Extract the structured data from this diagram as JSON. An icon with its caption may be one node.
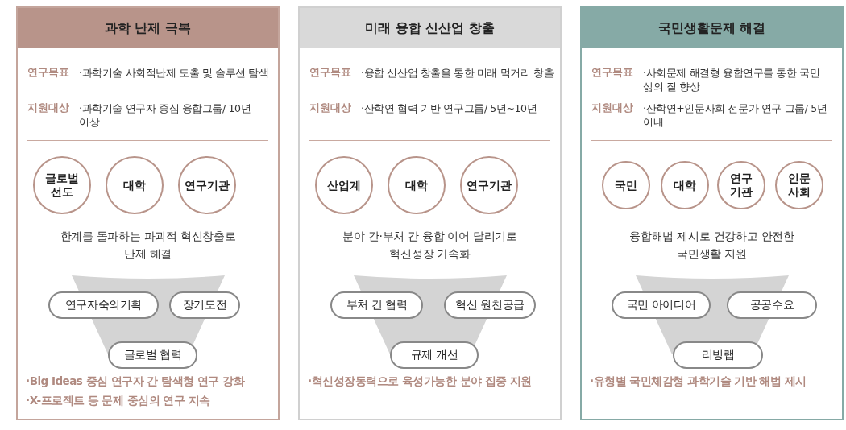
{
  "diagram": {
    "nodes": [
      {
        "text": [
          "과학 난제 극복",
          "연구목표",
          "·과학기술 사회적난제 도출 및 솔루션 탐색",
          "지원대상",
          "·과학기술 연구자 중심 융합그룹/ 10년 이상",
          "한계를 돌파하는 파괴적 혁신창출로 난제 해결",
          "·Big Ideas 중심 연구자 간 탐색형 연구 강화",
          "·X-프로젝트 등 문제 중심의 연구 지속"
        ]
      },
      {
        "text": [
          "글로벌 선도"
        ],
        "in": 0
      },
      {
        "text": [
          "대학"
        ],
        "in": 0
      },
      {
        "text": [
          "연구기관"
        ],
        "in": 0
      },
      {
        "text": [],
        "shape": "funnel",
        "in": 0
      },
      {
        "text": [
          "연구자숙의기획"
        ],
        "in": 0
      },
      {
        "text": [
          "장기도전"
        ],
        "in": 0
      },
      {
        "text": [
          "글로벌 협력"
        ],
        "in": 0
      },
      {
        "text": [
          "미래 융합 신산업 창출",
          "연구목표",
          "·융합 신산업 창출을 통한 미래 먹거리 창출",
          "지원대상",
          "·산학연 협력 기반 연구그룹/ 5년~10년",
          "분야 간·부처 간 융합 이어 달리기로 혁신성장 가속화",
          "·혁신성장동력으로 육성가능한 분야 집중 지원"
        ]
      },
      {
        "text": [
          "산업계"
        ],
        "in": 8
      },
      {
        "text": [
          "대학"
        ],
        "in": 8
      },
      {
        "text": [
          "연구기관"
        ],
        "in": 8
      },
      {
        "text": [],
        "shape": "funnel",
        "in": 8
      },
      {
        "text": [
          "부처 간 협력"
        ],
        "in": 8
      },
      {
        "text": [
          "혁신 원천공급"
        ],
        "in": 8
      },
      {
        "text": [
          "규제 개선"
        ],
        "in": 8
      },
      {
        "text": [
          "국민생활문제 해결",
          "연구목표",
          "·사회문제 해결형 융합연구를 통한 국민 삶의 질 향상",
          "지원대상",
          "·산학연+인문사회 전문가 연구 그룹/ 5년 이내",
          "융합해법 제시로 건강하고 안전한 국민생활 지원",
          "·유형별 국민체감형 과학기술 기반 해법 제시"
        ]
      },
      {
        "text": [
          "국민"
        ],
        "in": 16
      },
      {
        "text": [
          "대학"
        ],
        "in": 16
      },
      {
        "text": [
          "연구기관"
        ],
        "in": 16
      },
      {
        "text": [
          "인문사회"
        ],
        "in": 16
      },
      {
        "text": [],
        "shape": "funnel",
        "in": 16
      },
      {
        "text": [
          "국민 아이디어"
        ],
        "in": 16
      },
      {
        "text": [
          "공공수요"
        ],
        "in": 16
      },
      {
        "text": [
          "리빙랩"
        ],
        "in": 16
      }
    ],
    "edges": []
  }
}
